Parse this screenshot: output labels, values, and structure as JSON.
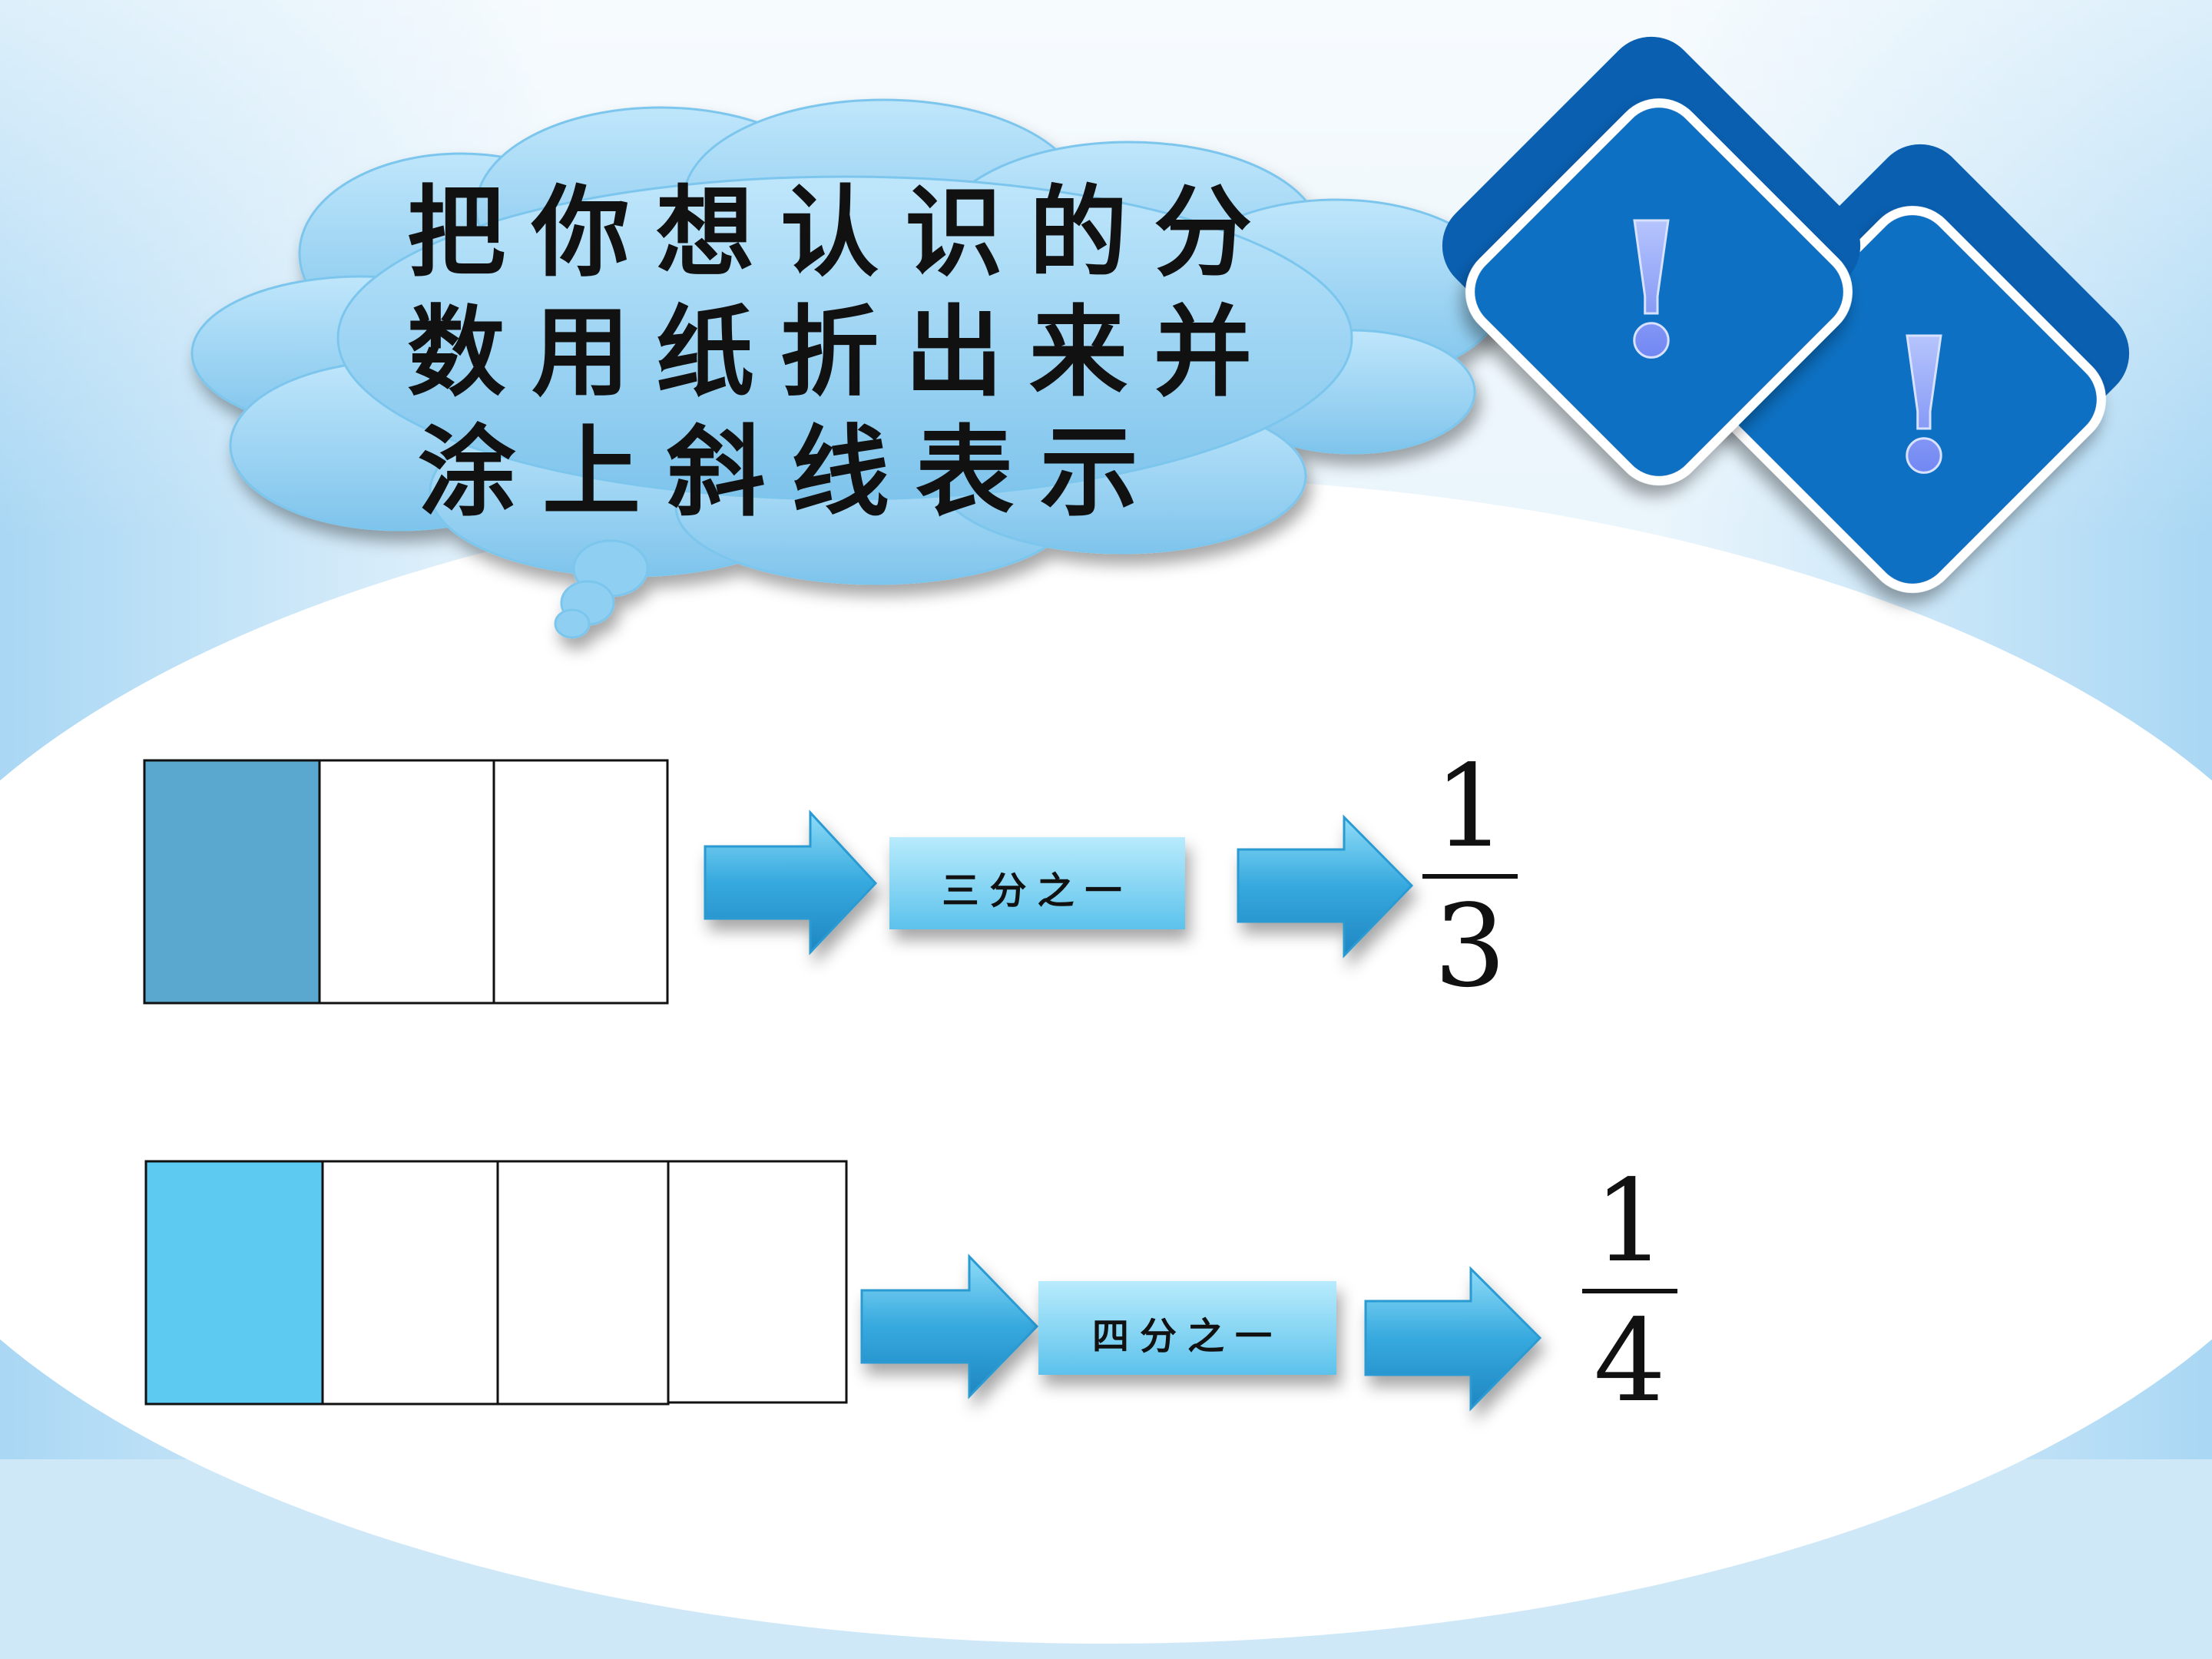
{
  "prompt": {
    "line1": "把你想认识的分",
    "line2": "数用纸折出来并",
    "line3": "涂上斜线表示"
  },
  "badges": {
    "mark1": "!",
    "mark2": "!"
  },
  "rows": [
    {
      "label": "三分之一",
      "numerator": "1",
      "denominator": "3",
      "parts": 3,
      "shaded": 1,
      "shade_color": "#5aa7d0"
    },
    {
      "label": "四分之一",
      "numerator": "1",
      "denominator": "4",
      "parts": 4,
      "shaded": 1,
      "shade_color": "#5dcaf2"
    }
  ],
  "colors": {
    "cloud": "#9fd8f7",
    "badge_blue": "#0a5fb0",
    "arrow": "#3bb2e6",
    "label_box": "#8fdaf7"
  }
}
